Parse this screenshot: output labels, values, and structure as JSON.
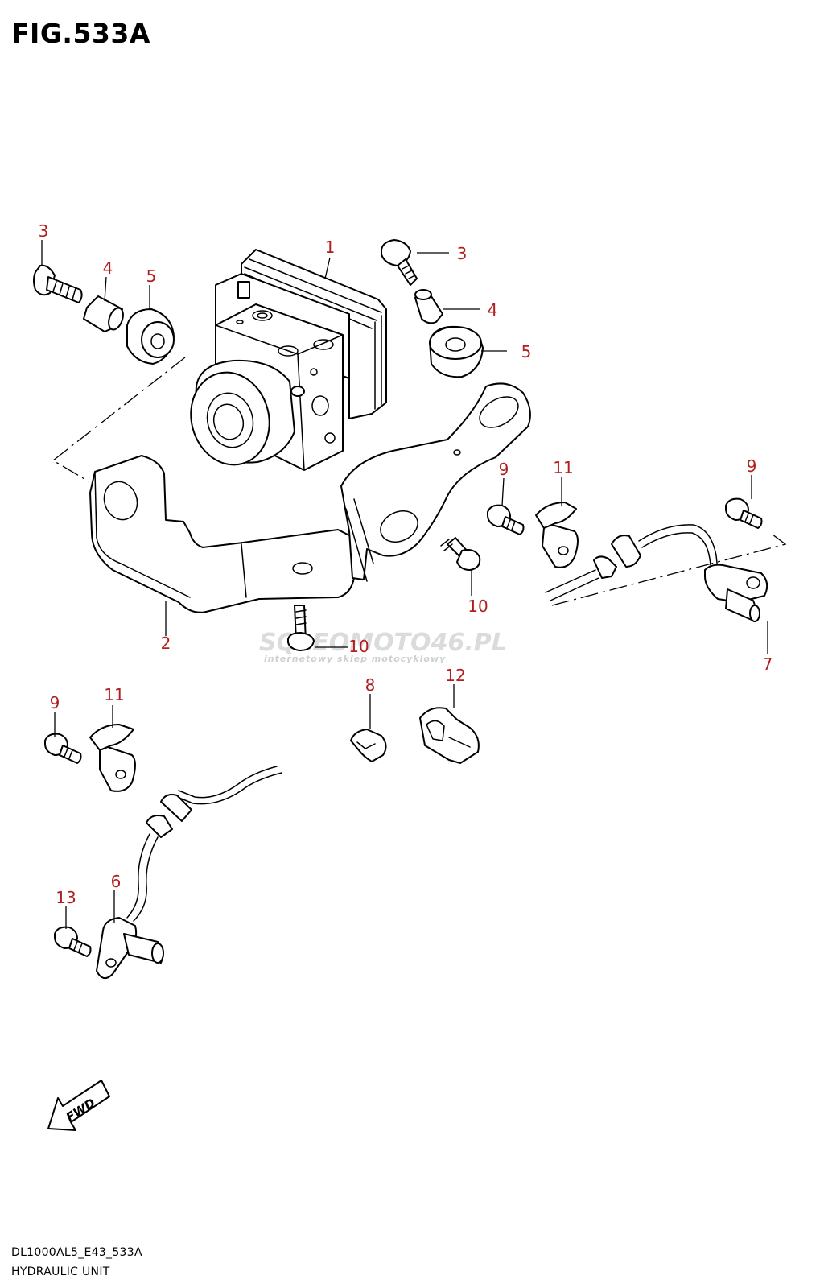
{
  "figure": {
    "title": "FIG.533A",
    "code": "DL1000AL5_E43_533A",
    "name": "HYDRAULIC UNIT"
  },
  "callouts": [
    {
      "id": "c1",
      "label": "1"
    },
    {
      "id": "c2",
      "label": "2"
    },
    {
      "id": "c3a",
      "label": "3"
    },
    {
      "id": "c3b",
      "label": "3"
    },
    {
      "id": "c4a",
      "label": "4"
    },
    {
      "id": "c4b",
      "label": "4"
    },
    {
      "id": "c5a",
      "label": "5"
    },
    {
      "id": "c5b",
      "label": "5"
    },
    {
      "id": "c6",
      "label": "6"
    },
    {
      "id": "c7",
      "label": "7"
    },
    {
      "id": "c8",
      "label": "8"
    },
    {
      "id": "c9a",
      "label": "9"
    },
    {
      "id": "c9b",
      "label": "9"
    },
    {
      "id": "c9c",
      "label": "9"
    },
    {
      "id": "c10a",
      "label": "10"
    },
    {
      "id": "c10b",
      "label": "10"
    },
    {
      "id": "c11a",
      "label": "11"
    },
    {
      "id": "c11b",
      "label": "11"
    },
    {
      "id": "c12",
      "label": "12"
    },
    {
      "id": "c13",
      "label": "13"
    }
  ],
  "fwd_arrow": {
    "label": "FWD"
  },
  "watermark": {
    "brand_left": "SQLEO",
    "brand_mid": "MOTO",
    "brand_num": "46",
    "brand_tld": ".PL",
    "tagline": "internetowy sklep motocyklowy"
  },
  "colors": {
    "callout": "#b01e1e",
    "line": "#000000",
    "background": "#ffffff",
    "watermark": "#d8d8d8"
  }
}
